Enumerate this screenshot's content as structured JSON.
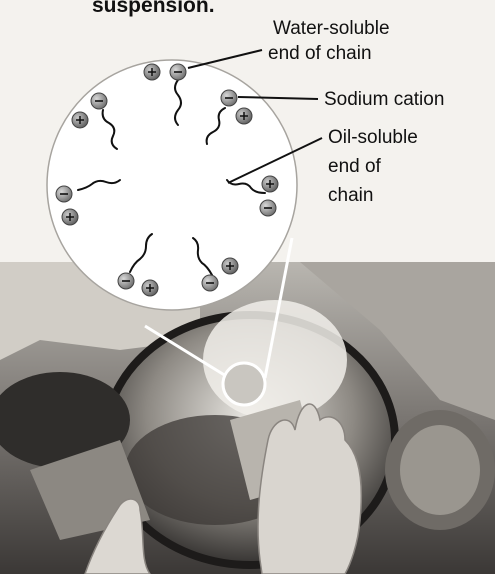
{
  "top_text": "suspension.",
  "labels": {
    "water_soluble": [
      "Water-soluble",
      "end of chain"
    ],
    "sodium_cation": "Sodium cation",
    "oil_soluble": [
      "Oil-soluble",
      "end of",
      "chain"
    ]
  },
  "icons": {
    "carboxylate_head": "minus-sign-ball",
    "sodium_ion": "plus-sign-ball"
  },
  "colors": {
    "head_fill": "#8a8a8a",
    "ion_fill": "#777777",
    "tail_stroke": "#111111",
    "leader_line": "#111111"
  }
}
